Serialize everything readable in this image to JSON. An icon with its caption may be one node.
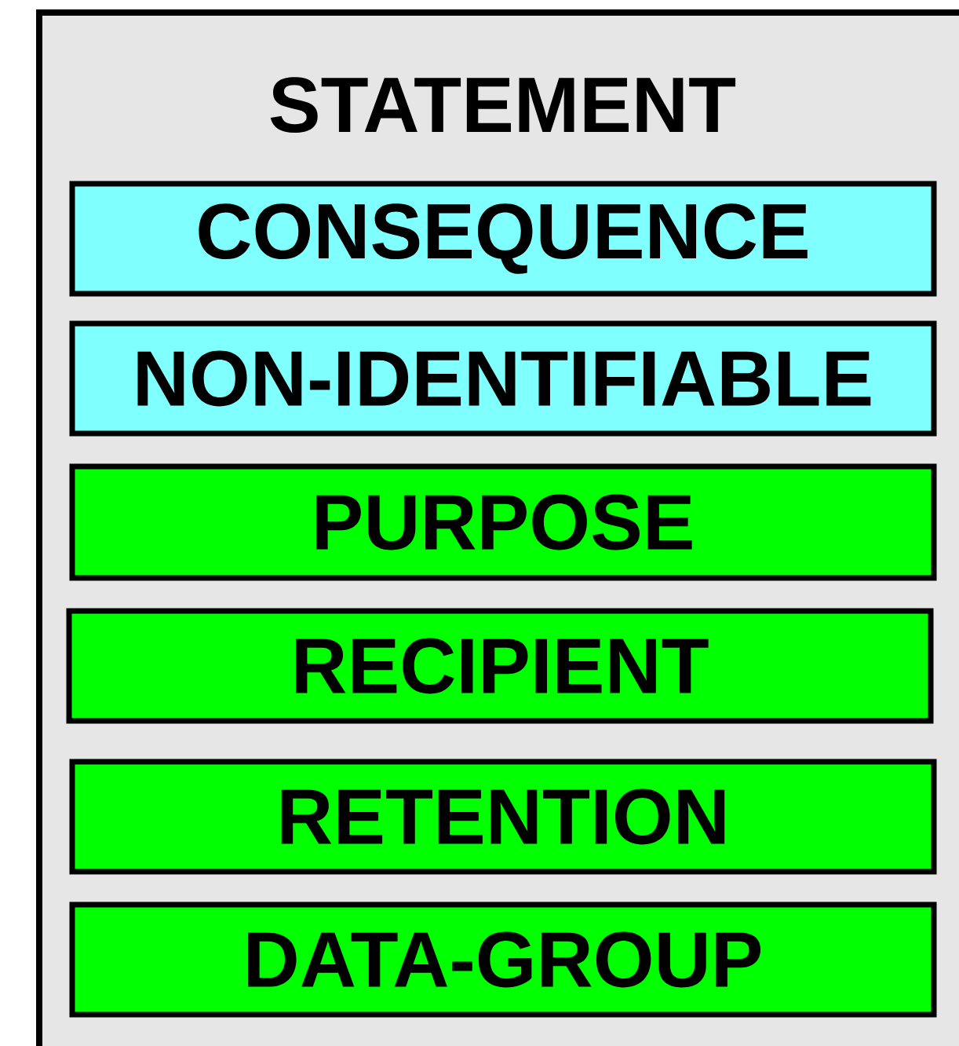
{
  "diagram": {
    "nodes": [
      {
        "text": [
          "STATEMENT"
        ]
      },
      {
        "text": [
          "CONSEQUENCE"
        ],
        "in": 0
      },
      {
        "text": [
          "NON-IDENTIFIABLE"
        ],
        "in": 0
      },
      {
        "text": [
          "PURPOSE"
        ],
        "in": 0
      },
      {
        "text": [
          "RECIPIENT"
        ],
        "in": 0
      },
      {
        "text": [
          "RETENTION"
        ],
        "in": 0
      },
      {
        "text": [
          "DATA-GROUP"
        ],
        "in": 0
      }
    ]
  }
}
